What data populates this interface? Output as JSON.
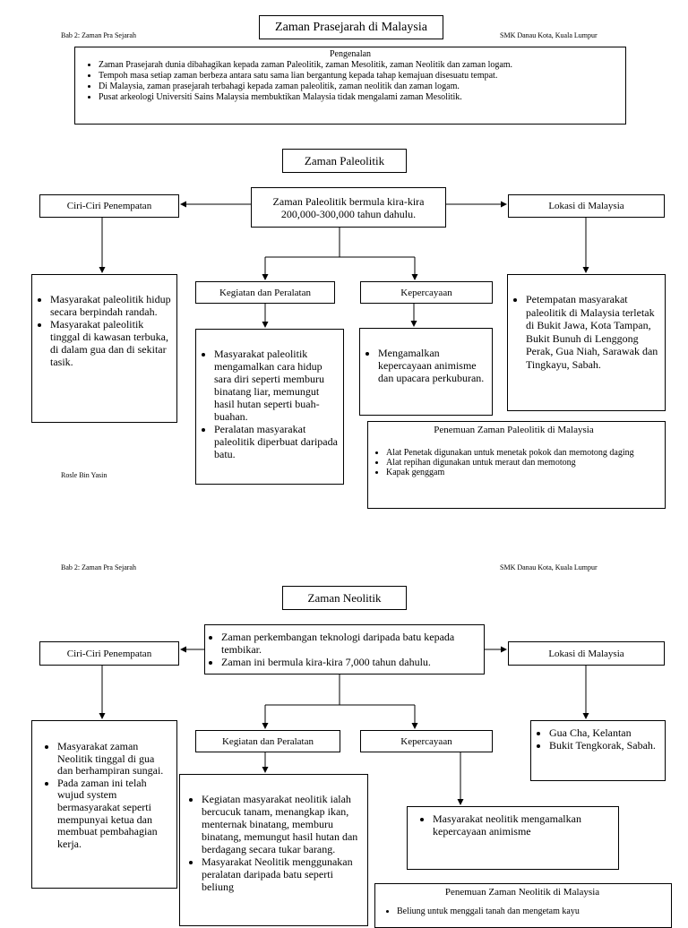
{
  "page1": {
    "header_left": "Bab 2: Zaman Pra Sejarah",
    "header_right": "SMK Danau Kota, Kuala Lumpur",
    "title": "Zaman Prasejarah di Malaysia",
    "intro": {
      "title": "Pengenalan",
      "items": [
        "Zaman Prasejarah dunia dibahagikan kepada zaman Paleolitik, zaman Mesolitik, zaman Neolitik dan zaman logam.",
        "Tempoh masa setiap zaman berbeza antara satu sama lian bergantung kepada tahap kemajuan disesuatu tempat.",
        "Di Malaysia, zaman prasejarah terbahagi kepada zaman paleolitik, zaman neolitik dan zaman logam.",
        "Pusat arkeologi Universiti Sains Malaysia membuktikan Malaysia tidak mengalami zaman Mesolitik."
      ]
    },
    "section_title": "Zaman Paleolitik",
    "center_text": "Zaman Paleolitik bermula kira-kira 200,000-300,000 tahun dahulu.",
    "ciri": {
      "label": "Ciri-Ciri Penempatan",
      "items": [
        "Masyarakat paleolitik hidup secara berpindah randah.",
        "Masyarakat paleolitik tinggal di kawasan terbuka, di dalam gua dan di sekitar tasik."
      ]
    },
    "lokasi": {
      "label": "Lokasi di Malaysia",
      "items": [
        "Petempatan masyarakat paleolitik di Malaysia terletak di Bukit Jawa, Kota Tampan, Bukit Bunuh di Lenggong Perak, Gua Niah, Sarawak dan Tingkayu, Sabah."
      ]
    },
    "kegiatan": {
      "label": "Kegiatan dan Peralatan",
      "items": [
        "Masyarakat paleolitik mengamalkan cara hidup sara diri seperti memburu binatang liar, memungut hasil hutan seperti buah-buahan.",
        "Peralatan masyarakat paleolitik diperbuat daripada batu."
      ]
    },
    "kepercayaan": {
      "label": "Kepercayaan",
      "items": [
        "Mengamalkan kepercayaan animisme dan upacara perkuburan."
      ]
    },
    "penemuan": {
      "title": "Penemuan Zaman Paleolitik di Malaysia",
      "items": [
        "Alat Penetak digunakan untuk menetak pokok dan memotong daging",
        "Alat repihan digunakan untuk meraut dan memotong",
        "Kapak genggam"
      ]
    },
    "author": "Rosle Bin Yasin"
  },
  "page2": {
    "header_left": "Bab 2: Zaman Pra Sejarah",
    "header_right": "SMK Danau Kota, Kuala Lumpur",
    "section_title": "Zaman Neolitik",
    "center_items": [
      "Zaman perkembangan teknologi daripada batu kepada tembikar.",
      "Zaman ini bermula kira-kira 7,000 tahun dahulu."
    ],
    "ciri": {
      "label": "Ciri-Ciri Penempatan",
      "items": [
        "Masyarakat zaman Neolitik tinggal di gua dan berhampiran sungai.",
        "Pada zaman ini telah wujud system bermasyarakat seperti mempunyai ketua dan membuat pembahagian kerja."
      ]
    },
    "lokasi": {
      "label": "Lokasi di Malaysia",
      "items": [
        "Gua Cha, Kelantan",
        "Bukit Tengkorak, Sabah."
      ]
    },
    "kegiatan": {
      "label": "Kegiatan dan Peralatan",
      "items": [
        "Kegiatan masyarakat neolitik ialah bercucuk tanam, menangkap ikan, menternak binatang, memburu binatang, memungut hasil hutan dan berdagang secara tukar barang.",
        "Masyarakat Neolitik menggunakan peralatan daripada batu seperti beliung"
      ]
    },
    "kepercayaan": {
      "label": "Kepercayaan",
      "items": [
        "Masyarakat neolitik mengamalkan kepercayaan animisme"
      ]
    },
    "penemuan": {
      "title": "Penemuan Zaman Neolitik di Malaysia",
      "items": [
        "Beliung untuk menggali tanah dan mengetam kayu"
      ]
    }
  }
}
